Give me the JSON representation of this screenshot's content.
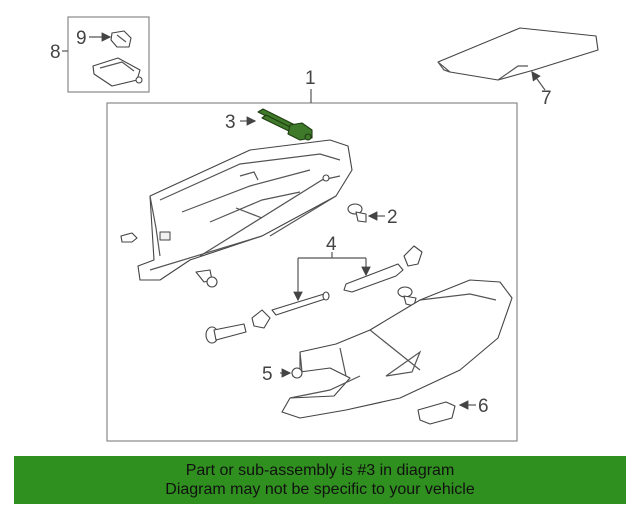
{
  "callouts": {
    "c1": "1",
    "c2": "2",
    "c3": "3",
    "c4": "4",
    "c5": "5",
    "c6": "6",
    "c7": "7",
    "c8": "8",
    "c9": "9"
  },
  "highlight_color": "#3f7a2a",
  "banner": {
    "color": "#2f8f1f",
    "line1": "Part or sub-assembly is #3 in diagram",
    "line2": "Diagram may not be specific to your vehicle"
  }
}
